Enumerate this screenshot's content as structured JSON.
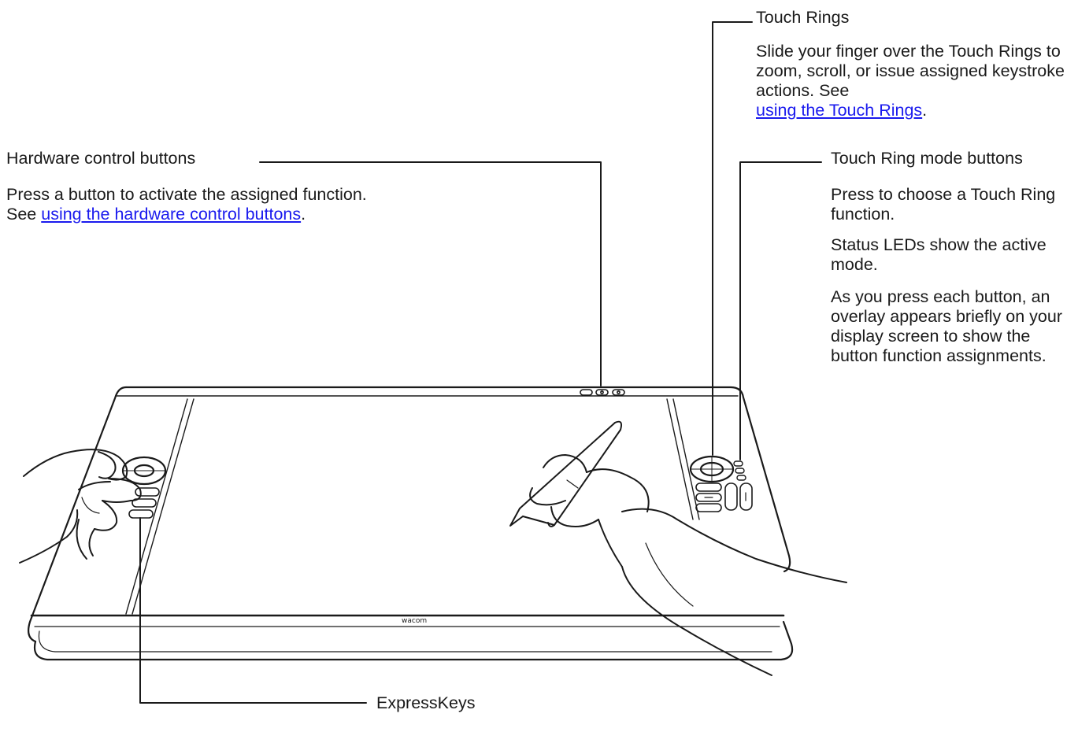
{
  "callouts": {
    "hardware": {
      "title": "Hardware control buttons",
      "line1": "Press a button to activate the assigned function.",
      "see": "See ",
      "link": "using the hardware control buttons",
      "end": "."
    },
    "touch_rings": {
      "title": "Touch Rings",
      "desc": "Slide your finger over the Touch Rings to zoom, scroll, or issue assigned keystroke actions.  See",
      "link": "using the Touch Rings",
      "end": "."
    },
    "mode_buttons": {
      "title": "Touch Ring mode buttons",
      "p1": "Press to choose a Touch Ring function.",
      "p2": "Status LEDs show the active mode.",
      "p3": "As you press each button, an overlay appears briefly on your display screen to show the button function assignments."
    },
    "expresskeys": {
      "title": "ExpressKeys"
    }
  },
  "tablet": {
    "brand": "wacom"
  },
  "colors": {
    "line": "#1a1a1a",
    "link": "#1a1aee",
    "background": "#ffffff"
  }
}
